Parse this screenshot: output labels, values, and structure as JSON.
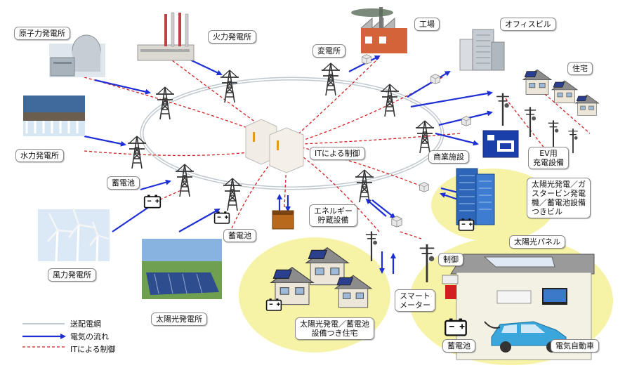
{
  "labels": {
    "nuclear": "原子力発電所",
    "thermal": "火力発電所",
    "substation": "変電所",
    "factory": "工場",
    "office": "オフィスビル",
    "housing": "住宅",
    "hydro": "水力発電所",
    "it_control": "ITによる制御",
    "commercial": "商業施設",
    "ev_charging": "EV用\n充電設備",
    "battery_left": "蓄電池",
    "solar_gas_building": "太陽光発電／ガ\nスタービン発電\n機／蓄電池設備\nつきビル",
    "energy_storage": "エネルギー\n貯蔵設備",
    "battery_mid": "蓄電池",
    "wind": "風力発電所",
    "solar_panel": "太陽光パネル",
    "control": "制御",
    "smart_meter": "スマート\nメーター",
    "solar_plant": "太陽光発電所",
    "solar_homes": "太陽光発電／蓄電池\n設備つき住宅",
    "battery_home": "蓄電池",
    "ev": "電気自動車"
  },
  "legend": {
    "grid": "送配電網",
    "flow": "電気の流れ",
    "control": "ITによる制御"
  },
  "colors": {
    "flow_arrow": "#1f2fd6",
    "control_line": "#d22020",
    "ring": "#c8d0d8",
    "highlight": "#f7f3a6"
  }
}
